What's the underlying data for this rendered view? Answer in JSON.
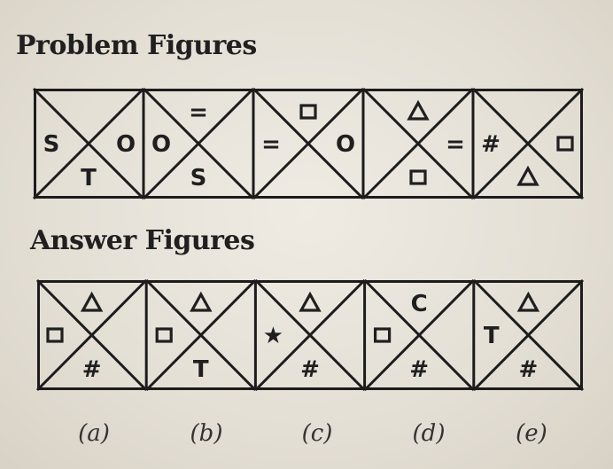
{
  "headings": {
    "problem": "Problem Figures",
    "answer": "Answer Figures"
  },
  "problem_figures": [
    {
      "left": "S",
      "top": "",
      "right": "O",
      "bottom": "T"
    },
    {
      "left": "O",
      "top": "=",
      "right": "",
      "bottom": "S"
    },
    {
      "left": "=",
      "top": "square",
      "right": "O",
      "bottom": ""
    },
    {
      "left": "",
      "top": "triangle",
      "right": "=",
      "bottom": "square"
    },
    {
      "left": "#",
      "top": "",
      "right": "square",
      "bottom": "triangle"
    }
  ],
  "answer_figures": [
    {
      "left": "square",
      "top": "triangle",
      "right": "",
      "bottom": "#"
    },
    {
      "left": "square",
      "top": "triangle",
      "right": "",
      "bottom": "T"
    },
    {
      "left": "★",
      "top": "triangle",
      "right": "",
      "bottom": "#"
    },
    {
      "left": "square",
      "top": "C",
      "right": "",
      "bottom": "#"
    },
    {
      "left": "T",
      "top": "triangle",
      "right": "",
      "bottom": "#"
    }
  ],
  "option_labels": [
    "(a)",
    "(b)",
    "(c)",
    "(d)",
    "(e)"
  ]
}
